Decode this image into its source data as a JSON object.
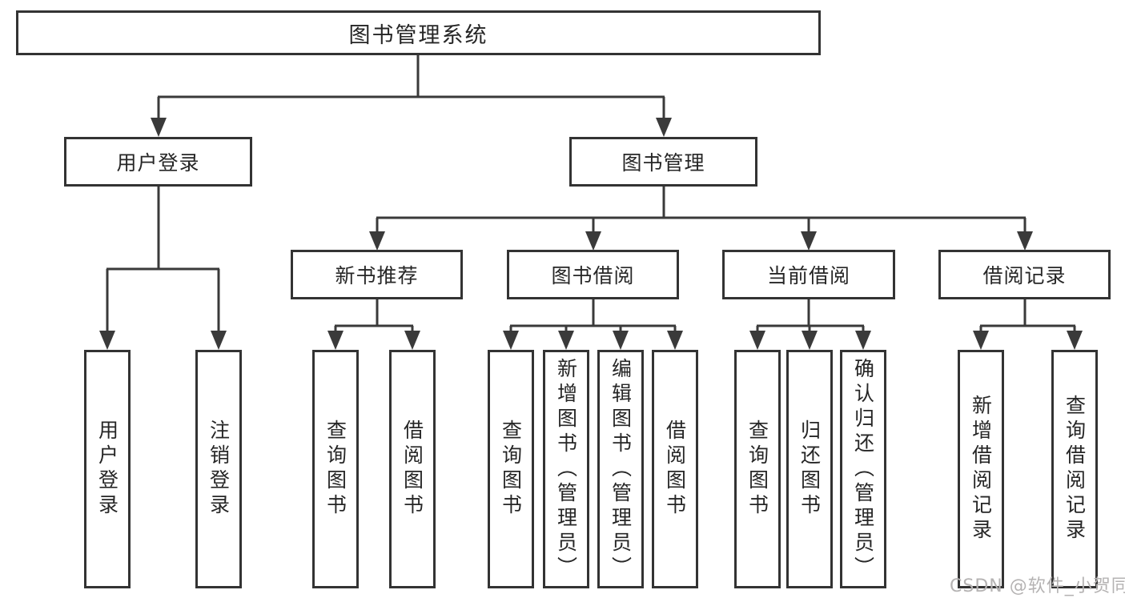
{
  "colors": {
    "line": "#3a3a3a",
    "box_border": "#333333",
    "text": "#262626",
    "watermark": "#b5b3b3",
    "background": "#ffffff"
  },
  "tree": {
    "root": "图书管理系统",
    "children": [
      {
        "label": "用户登录",
        "children": [
          "用户登录",
          "注销登录"
        ]
      },
      {
        "label": "图书管理",
        "children": [
          {
            "label": "新书推荐",
            "children": [
              "查询图书",
              "借阅图书"
            ]
          },
          {
            "label": "图书借阅",
            "children": [
              "查询图书",
              "新增图书（管理员）",
              "编辑图书（管理员）",
              "借阅图书"
            ]
          },
          {
            "label": "当前借阅",
            "children": [
              "查询图书",
              "归还图书",
              "确认归还（管理员）"
            ]
          },
          {
            "label": "借阅记录",
            "children": [
              "新增借阅记录",
              "查询借阅记录"
            ]
          }
        ]
      }
    ]
  },
  "watermark": {
    "text": "CSDN @软件_小贺同学"
  }
}
